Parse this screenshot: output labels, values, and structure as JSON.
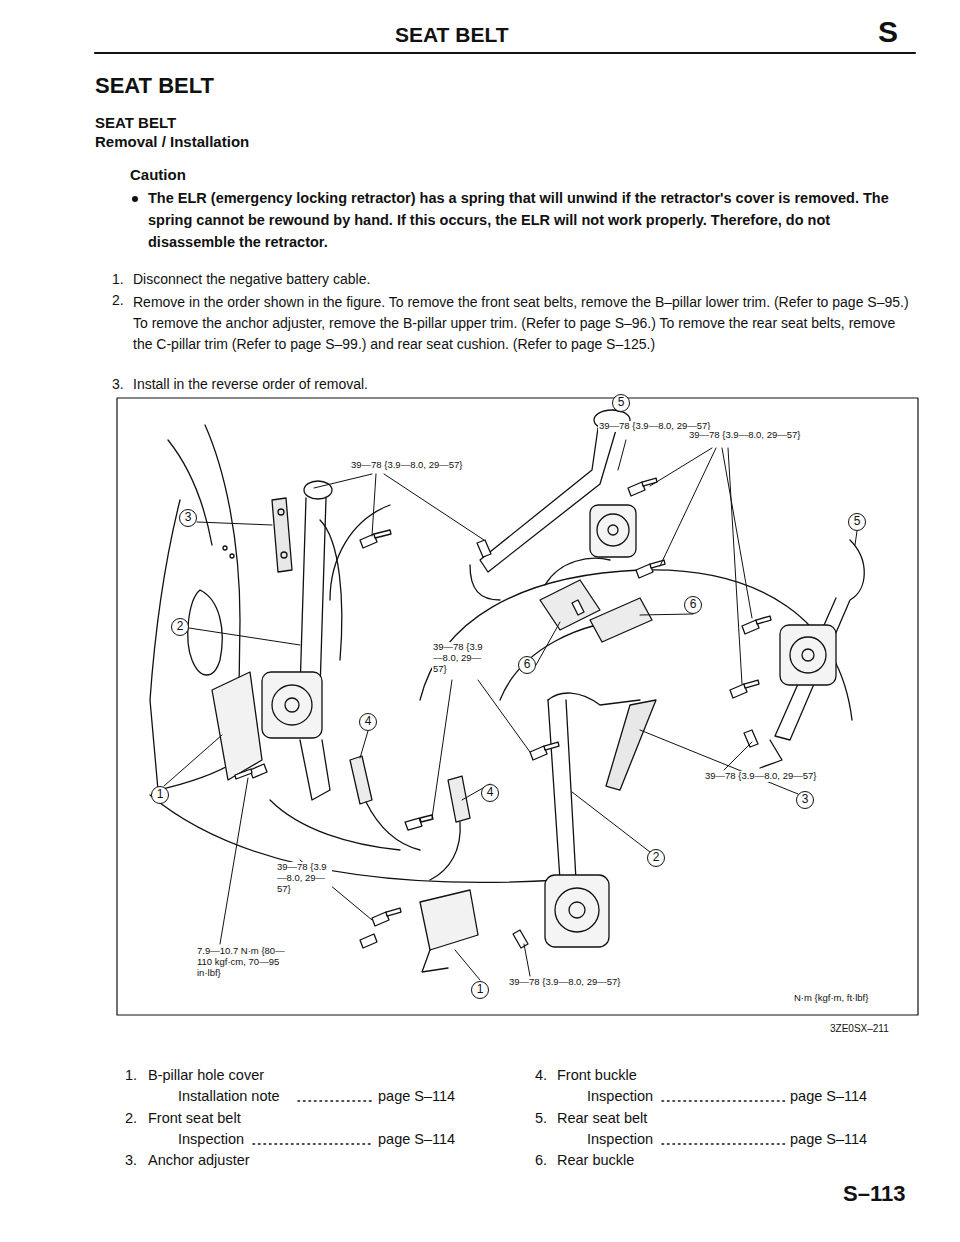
{
  "diagram": {
    "title": "SEAT BELT",
    "labels": [
      "SEAT BELT",
      "S",
      "SEAT BELT",
      "Removal / Installation",
      "Caution",
      "The ELR (emergency locking retractor) has a spring that will unwind if the retractor's cover is removed. The spring cannot be rewound by hand. If this occurs, the ELR will not work properly. Therefore, do not disassemble the retractor.",
      "1.",
      "Disconnect the negative battery cable.",
      "2.",
      "Remove in the order shown in the figure. To remove the front seat belts, remove the B–pillar lower trim. (Refer to page S–95.) To remove the anchor adjuster, remove the B-pillar upper trim. (Refer to page S–96.) To remove the rear seat belts, remove the C-pillar trim (Refer to page S–99.) and rear seat cushion. (Refer to page S–125.)",
      "3.",
      "Install in the reverse order of removal.",
      "39—78 {3.9—8.0, 29—57}",
      "39—78 {3.9—8.0, 29—57}",
      "5",
      "5",
      "39—78 {3.9—8.0, 29—57}",
      "3",
      "6",
      "2",
      "39—78 {3.9—8.0, 29—57}",
      "6",
      "4",
      "39—78 {3.9—8.0, 29—57}",
      "4",
      "3",
      "1",
      "2",
      "39—78 {3.9—8.0, 29—57}",
      "7.9—10.7 N·m {80—110 kgf·cm, 70—95 in·lbf}",
      "1",
      "39—78 {3.9—8.0, 29—57}",
      "N·m {kgf·m, ft·lbf}",
      "3ZE0SX–211",
      "1.",
      "B-pillar hole cover",
      "Installation note",
      "page S–114",
      "2.",
      "Front seat belt",
      "Inspection",
      "page S–114",
      "3.",
      "Anchor adjuster",
      "4.",
      "Front buckle",
      "Inspection",
      "page S–114",
      "5.",
      "Rear seat belt",
      "Inspection",
      "page S–114",
      "6.",
      "Rear buckle",
      "S–113"
    ]
  }
}
